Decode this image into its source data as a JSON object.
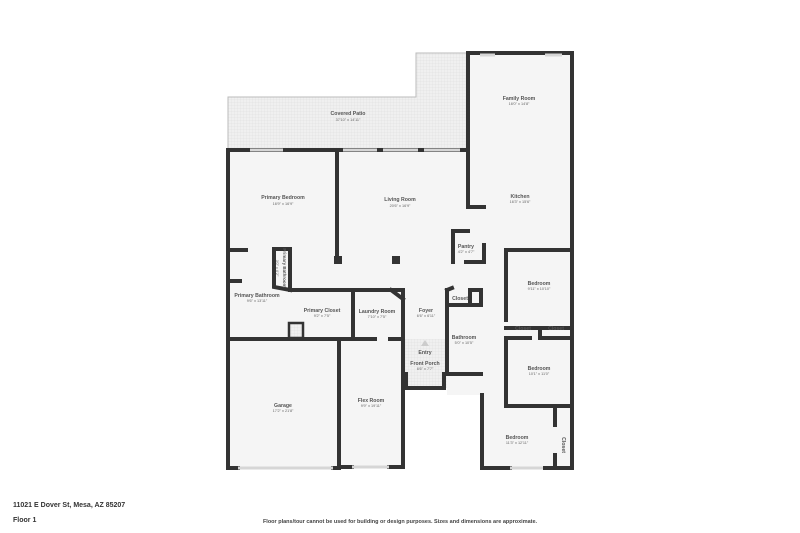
{
  "address": "11021 E Dover St, Mesa, AZ 85207",
  "floor_label": "Floor 1",
  "disclaimer": "Floor plans/tour cannot be used for building or design purposes. Sizes and dimensions are approximate.",
  "entry_label": "Entry",
  "rooms": {
    "covered_patio": {
      "name": "Covered Patio",
      "dims": "37'10\" x 14'11\""
    },
    "family_room": {
      "name": "Family Room",
      "dims": "16'0\" x 14'8\""
    },
    "kitchen": {
      "name": "Kitchen",
      "dims": "16'3\" x 15'6\""
    },
    "primary_bedroom": {
      "name": "Primary Bedroom",
      "dims": "16'9\" x 16'9\""
    },
    "living_room": {
      "name": "Living Room",
      "dims": "20'6\" x 16'9\""
    },
    "pantry": {
      "name": "Pantry",
      "dims": "4'2\" x 4'7\""
    },
    "primary_bathroom_small": {
      "name": "Primary Bathroom",
      "dims": "3'0\" x 6'2\""
    },
    "primary_bathroom": {
      "name": "Primary Bathroom",
      "dims": "9'6\" x 13'11\""
    },
    "primary_closet": {
      "name": "Primary Closet",
      "dims": "9'2\" x 7'5\""
    },
    "laundry_room": {
      "name": "Laundry Room",
      "dims": "7'10\" x 7'5\""
    },
    "foyer": {
      "name": "Foyer",
      "dims": "6'6\" x 6'11\""
    },
    "closet_foyer": {
      "name": "Closet"
    },
    "bathroom": {
      "name": "Bathroom",
      "dims": "5'0\" x 10'5\""
    },
    "bedroom_1": {
      "name": "Bedroom",
      "dims": "9'11\" x 10'10\""
    },
    "closet_a": {
      "name": "Closet"
    },
    "closet_b": {
      "name": "Closet"
    },
    "bedroom_2": {
      "name": "Bedroom",
      "dims": "10'1\" x 11'0\""
    },
    "front_porch": {
      "name": "Front Porch",
      "dims": "6'6\" x 7'7\""
    },
    "garage": {
      "name": "Garage",
      "dims": "17'2\" x 21'8\""
    },
    "flex_room": {
      "name": "Flex Room",
      "dims": "9'9\" x 19'11\""
    },
    "bedroom_3": {
      "name": "Bedroom",
      "dims": "11'3\" x 12'11\""
    },
    "closet_c": {
      "name": "Closet"
    }
  }
}
